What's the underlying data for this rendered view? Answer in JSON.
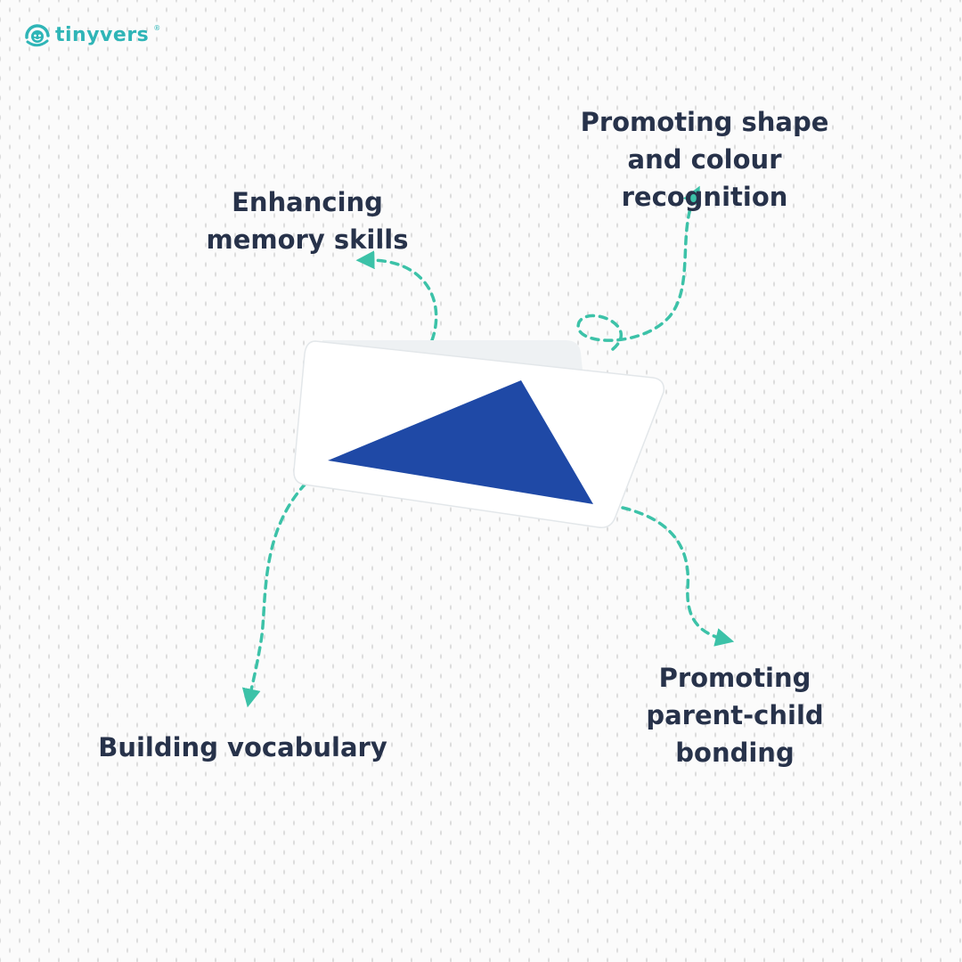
{
  "brand": {
    "logo_text": "tinyvers",
    "registered_mark": "®",
    "color": "#2fb5b7"
  },
  "benefits": {
    "memory": "Enhancing memory skills",
    "shape_colour": "Promoting shape and colour recognition",
    "vocabulary": "Building vocabulary",
    "bonding": "Promoting parent-child bonding"
  },
  "card": {
    "shape": "triangle",
    "shape_color": "#1f49a6",
    "card_color": "#ffffff"
  },
  "styles": {
    "text_color": "#27324a",
    "arrow_color": "#3cc2a8"
  }
}
